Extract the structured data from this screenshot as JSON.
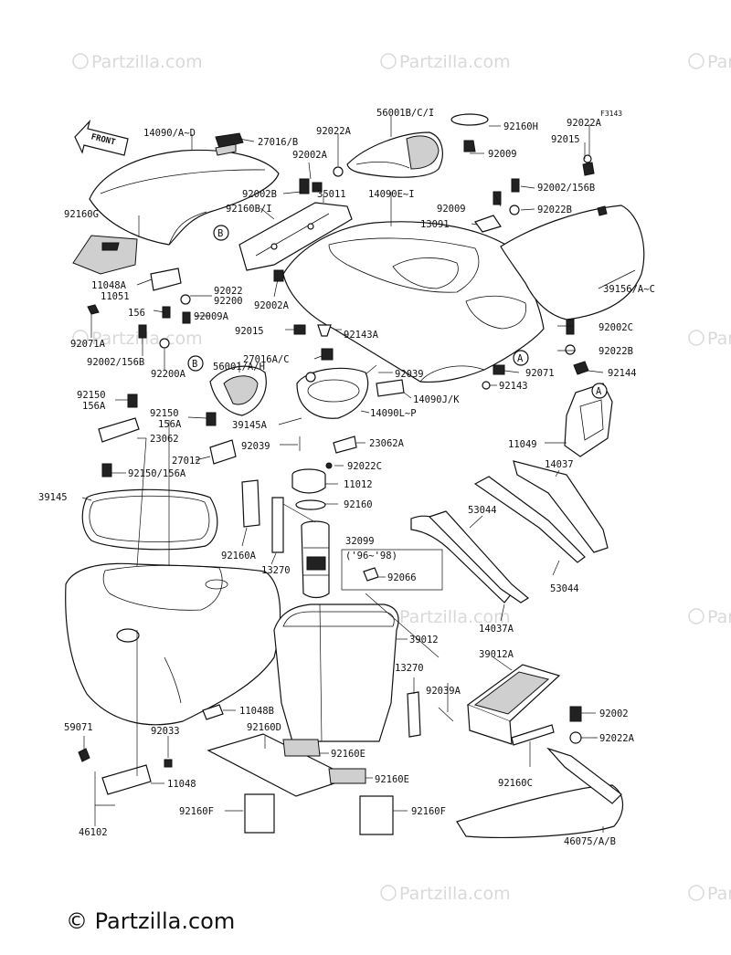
{
  "figure_code": "F3143",
  "front_label": "FRONT",
  "watermark": "Partzilla.com",
  "footer_watermark": "Partzilla.com",
  "copyright_symbol": "©",
  "callouts": [
    {
      "id": "c1",
      "text": "14090/A~D"
    },
    {
      "id": "c2",
      "text": "27016/B"
    },
    {
      "id": "c3",
      "text": "92022A"
    },
    {
      "id": "c4",
      "text": "56001B/C/I"
    },
    {
      "id": "c5",
      "text": "92160H"
    },
    {
      "id": "c6",
      "text": "92022A"
    },
    {
      "id": "c7",
      "text": "92015"
    },
    {
      "id": "c8",
      "text": "92002A"
    },
    {
      "id": "c9",
      "text": "92009"
    },
    {
      "id": "c10",
      "text": "92002B"
    },
    {
      "id": "c11",
      "text": "35011"
    },
    {
      "id": "c12",
      "text": "14090E~I"
    },
    {
      "id": "c13",
      "text": "92002/156B"
    },
    {
      "id": "c14",
      "text": "92160B/I"
    },
    {
      "id": "c15",
      "text": "92009"
    },
    {
      "id": "c16",
      "text": "92022B"
    },
    {
      "id": "c17",
      "text": "92160G"
    },
    {
      "id": "c18",
      "text": "13091"
    },
    {
      "id": "c19",
      "text": "11048A"
    },
    {
      "id": "c20",
      "text": "11051"
    },
    {
      "id": "c21",
      "text": "92022"
    },
    {
      "id": "c22",
      "text": "92200"
    },
    {
      "id": "c23",
      "text": "92002A"
    },
    {
      "id": "c24",
      "text": "39156/A~C"
    },
    {
      "id": "c25",
      "text": "156"
    },
    {
      "id": "c26",
      "text": "92009A"
    },
    {
      "id": "c27",
      "text": "92015"
    },
    {
      "id": "c28",
      "text": "92143A"
    },
    {
      "id": "c29",
      "text": "92002C"
    },
    {
      "id": "c30",
      "text": "92071A"
    },
    {
      "id": "c31",
      "text": "92022B"
    },
    {
      "id": "c32",
      "text": "92002/156B"
    },
    {
      "id": "c33",
      "text": "92200A"
    },
    {
      "id": "c34",
      "text": "56001/A/H"
    },
    {
      "id": "c35",
      "text": "27016A/C"
    },
    {
      "id": "c36",
      "text": "92071"
    },
    {
      "id": "c37",
      "text": "92144"
    },
    {
      "id": "c38",
      "text": "92039"
    },
    {
      "id": "c39",
      "text": "92143"
    },
    {
      "id": "c40",
      "text": "92150"
    },
    {
      "id": "c41",
      "text": "156A"
    },
    {
      "id": "c42",
      "text": "14090J/K"
    },
    {
      "id": "c43",
      "text": "92150"
    },
    {
      "id": "c44",
      "text": "156A"
    },
    {
      "id": "c45",
      "text": "14090L~P"
    },
    {
      "id": "c46",
      "text": "39145A"
    },
    {
      "id": "c47",
      "text": "23062"
    },
    {
      "id": "c48",
      "text": "92039"
    },
    {
      "id": "c49",
      "text": "23062A"
    },
    {
      "id": "c50",
      "text": "11049"
    },
    {
      "id": "c51",
      "text": "27012"
    },
    {
      "id": "c52",
      "text": "92022C"
    },
    {
      "id": "c53",
      "text": "14037"
    },
    {
      "id": "c54",
      "text": "92150/156A"
    },
    {
      "id": "c55",
      "text": "11012"
    },
    {
      "id": "c56",
      "text": "39145"
    },
    {
      "id": "c57",
      "text": "92160"
    },
    {
      "id": "c58",
      "text": "53044"
    },
    {
      "id": "c59",
      "text": "32099"
    },
    {
      "id": "c60",
      "text": "92160A"
    },
    {
      "id": "c61",
      "text": "('96~'98)"
    },
    {
      "id": "c62",
      "text": "13270"
    },
    {
      "id": "c63",
      "text": "92066"
    },
    {
      "id": "c64",
      "text": "53044"
    },
    {
      "id": "c65",
      "text": "14037A"
    },
    {
      "id": "c66",
      "text": "39012"
    },
    {
      "id": "c67",
      "text": "39012A"
    },
    {
      "id": "c68",
      "text": "13270"
    },
    {
      "id": "c69",
      "text": "11048B"
    },
    {
      "id": "c70",
      "text": "92039A"
    },
    {
      "id": "c71",
      "text": "92002"
    },
    {
      "id": "c72",
      "text": "59071"
    },
    {
      "id": "c73",
      "text": "92033"
    },
    {
      "id": "c74",
      "text": "92160D"
    },
    {
      "id": "c75",
      "text": "92022A"
    },
    {
      "id": "c76",
      "text": "92160E"
    },
    {
      "id": "c77",
      "text": "92160C"
    },
    {
      "id": "c78",
      "text": "11048"
    },
    {
      "id": "c79",
      "text": "92160E"
    },
    {
      "id": "c80",
      "text": "92160F"
    },
    {
      "id": "c81",
      "text": "92160F"
    },
    {
      "id": "c82",
      "text": "46102"
    },
    {
      "id": "c83",
      "text": "46075/A/B"
    }
  ],
  "ref_markers": [
    {
      "id": "m1",
      "text": "B"
    },
    {
      "id": "m2",
      "text": "B"
    },
    {
      "id": "m3",
      "text": "A"
    },
    {
      "id": "m4",
      "text": "A"
    }
  ]
}
